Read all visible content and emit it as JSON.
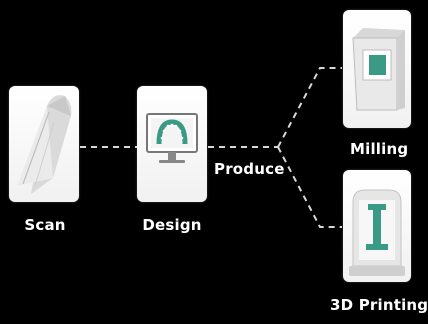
{
  "diagram": {
    "nodes": [
      {
        "id": "scan",
        "label": "Scan",
        "icon": "scanner-wand-icon"
      },
      {
        "id": "design",
        "label": "Design",
        "icon": "monitor-dental-arch-icon"
      },
      {
        "id": "milling",
        "label": "Milling",
        "icon": "milling-machine-icon"
      },
      {
        "id": "printing",
        "label": "3D Printing",
        "icon": "3d-printer-icon"
      }
    ],
    "edges": [
      {
        "from": "scan",
        "to": "design",
        "label": ""
      },
      {
        "from": "design",
        "to": "milling",
        "label": "Produce"
      },
      {
        "from": "design",
        "to": "printing",
        "label": "Produce"
      }
    ],
    "produce_label": "Produce",
    "colors": {
      "background": "#000000",
      "card": "#ffffff",
      "accent": "#3a9a86",
      "line": "#d8d8d8"
    }
  }
}
